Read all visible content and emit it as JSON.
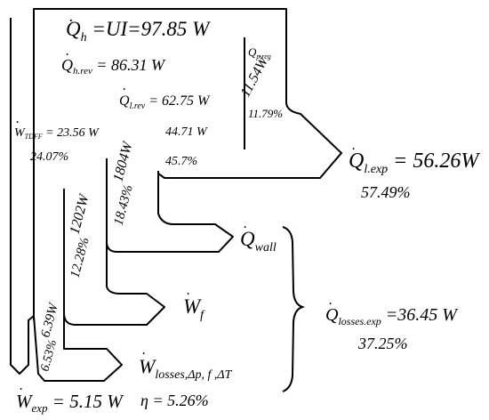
{
  "sankey": {
    "q_h": {
      "symbol": "Q",
      "sub": "h",
      "eq": " =UI=97.85 W"
    },
    "q_h_rev": {
      "symbol": "Q",
      "sub": "h.rev",
      "eq": " = 86.31 W"
    },
    "q_l_rev": {
      "symbol": "Q",
      "sub": "l.rev",
      "eq": " = 62.75 W"
    },
    "q_p_reg": {
      "symbol": "Q",
      "sub": "p,reg"
    },
    "w_tdff": {
      "symbol": "W",
      "sub": "TDFF",
      "eq": " = 23.56 W",
      "pct": "24.07%"
    },
    "reg_value": "11.54W",
    "reg_pct": "11.79%",
    "l_value": "44.71 W",
    "l_pct": "45.7%",
    "mid_value": "1804W",
    "mid_pct": "18.43%",
    "wall_value": "1202W",
    "wall_pct": "12.28%",
    "f_value": "6.39W",
    "f_pct": "6.53%",
    "q_l_exp": {
      "symbol": "Q",
      "sub": "l.exp",
      "eq": " = 56.26W",
      "pct": "57.49%"
    },
    "q_wall": {
      "symbol": "Q",
      "sub": "wall"
    },
    "w_f": {
      "symbol": "W",
      "sub": "f"
    },
    "q_losses": {
      "symbol": "Q",
      "sub": "losses.exp",
      "eq": " =36.45 W",
      "pct": "37.25%"
    },
    "w_losses": {
      "symbol": "W",
      "sub": "losses,Δp, f ,ΔT"
    },
    "w_exp": {
      "symbol": "W",
      "sub": "exp",
      "eq": " = 5.15 W"
    },
    "eta": {
      "symbol": "η",
      "eq": " = 5.26%"
    }
  }
}
